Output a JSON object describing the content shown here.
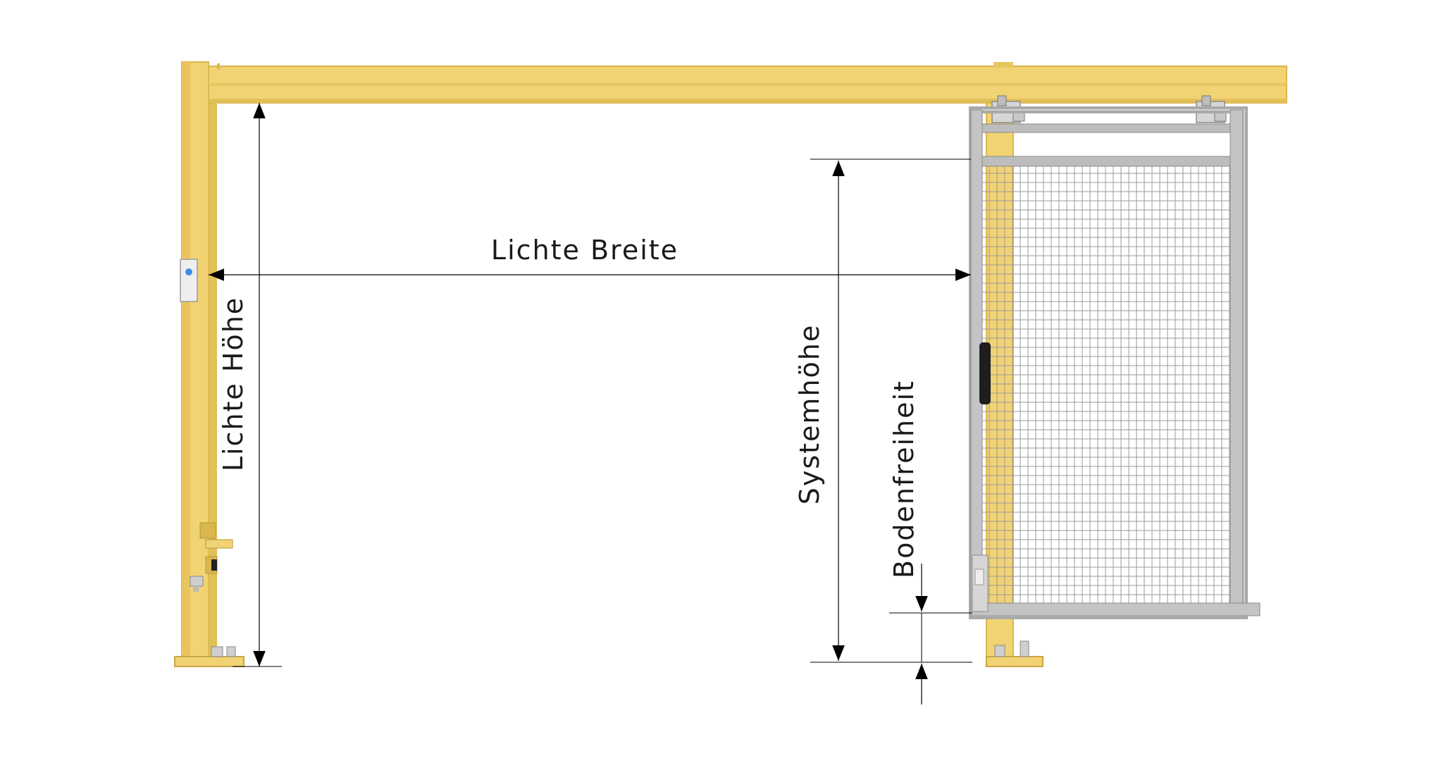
{
  "labels": {
    "clear_width": "Lichte Breite",
    "clear_height": "Lichte Höhe",
    "system_height": "Systemhöhe",
    "ground_clearance": "Bodenfreiheit"
  },
  "colors": {
    "frame_yellow": "#f2d373",
    "frame_yellow_dark": "#d9b64e",
    "door_frame": "#a9a9a9",
    "door_frame_light": "#d2d2d2",
    "mesh": "#9a9a9a",
    "handle": "#1e1e1e",
    "dimension_line": "#000000"
  },
  "icons": {
    "lock": "lock-icon",
    "handle": "door-handle-icon"
  }
}
